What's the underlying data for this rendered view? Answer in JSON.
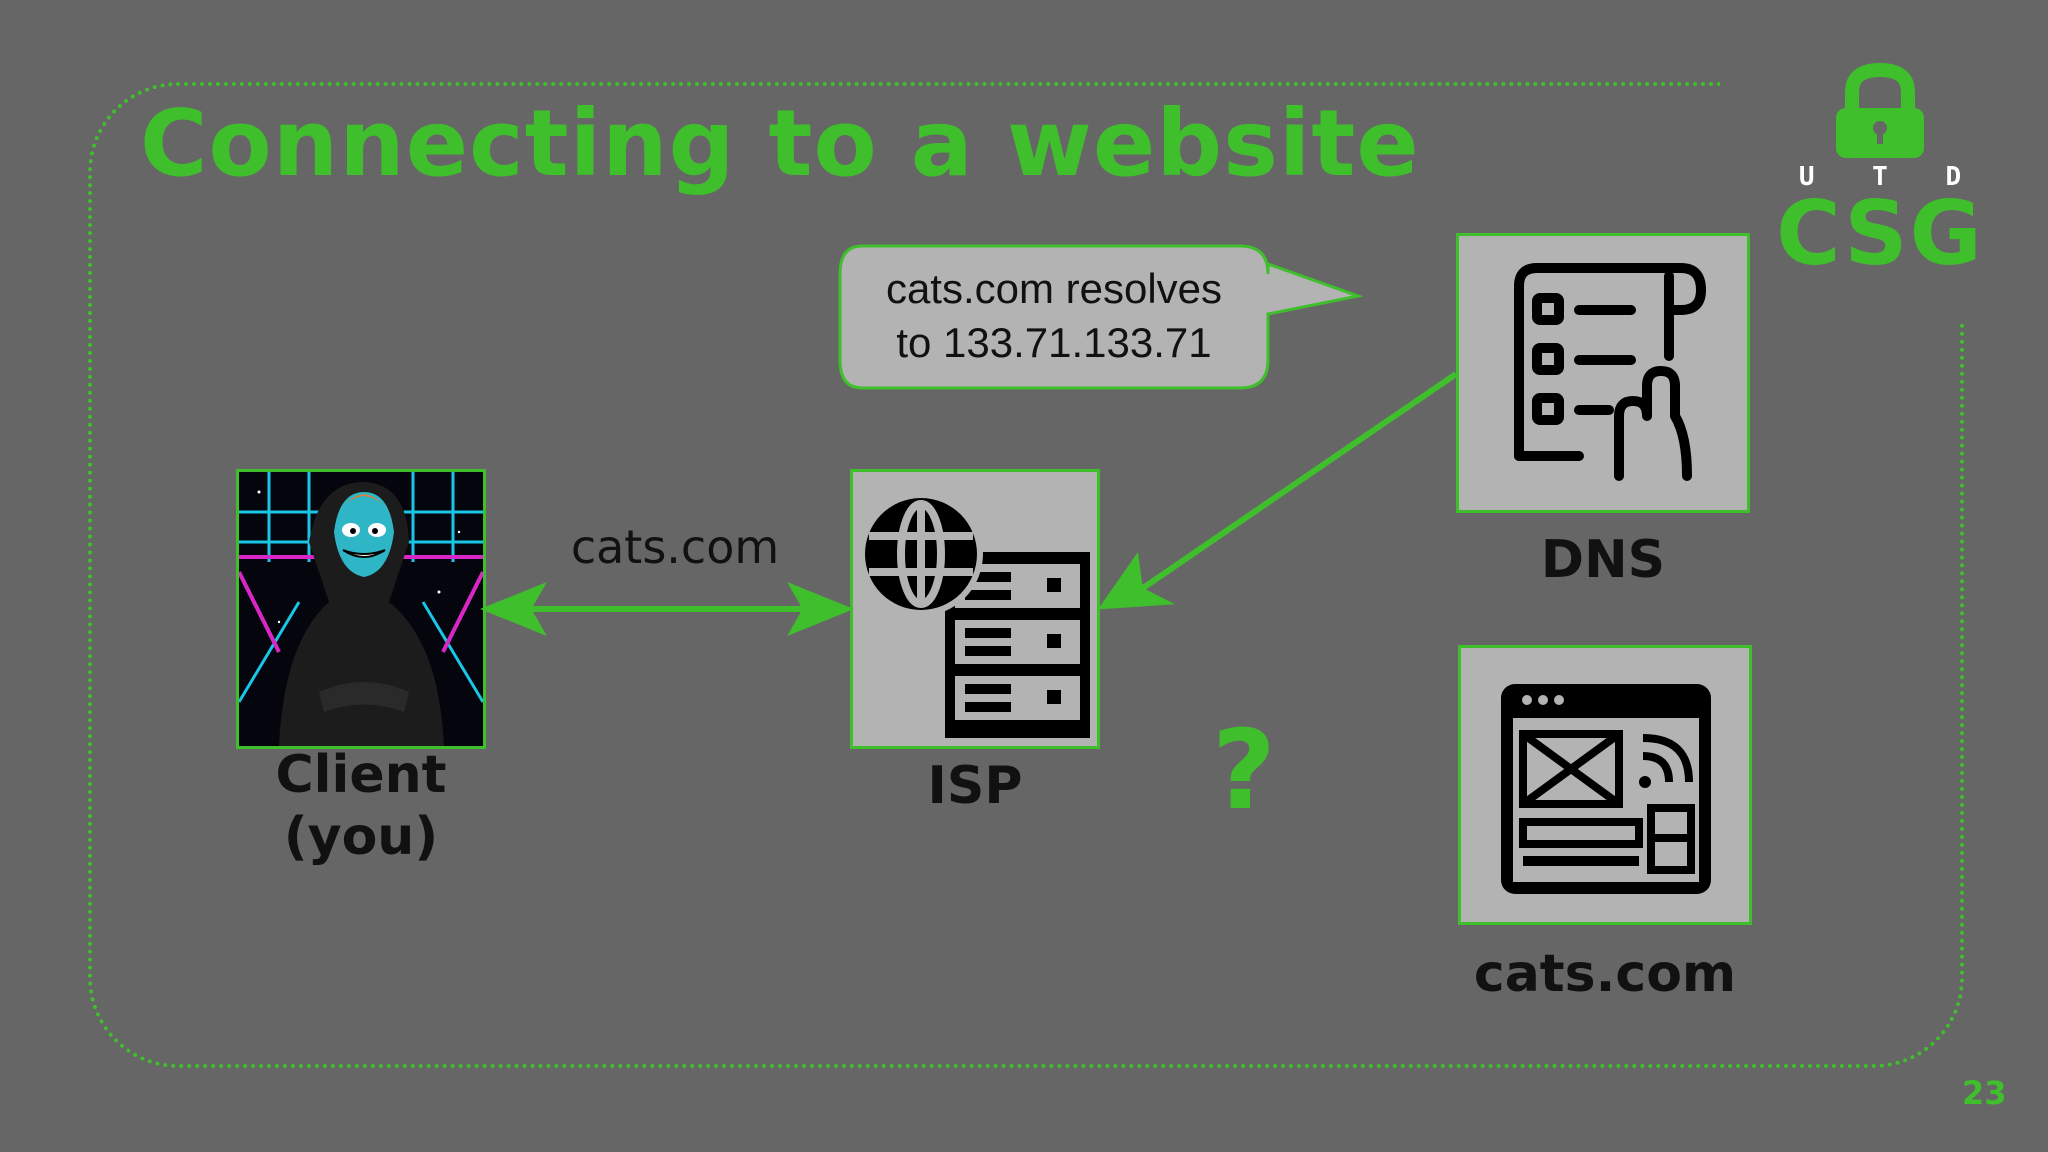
{
  "slide": {
    "title": "Connecting to a website",
    "page_number": "23",
    "accent_color": "#3fbf2c",
    "background_color": "#666666"
  },
  "logo": {
    "letters": [
      "U",
      "T",
      "D"
    ],
    "name": "CSG",
    "icon": "padlock-icon"
  },
  "nodes": {
    "client": {
      "label_line1": "Client",
      "label_line2": "(you)",
      "icon": "hacker-avatar"
    },
    "isp": {
      "label": "ISP",
      "icon": "globe-server-icon"
    },
    "dns": {
      "label": "DNS",
      "icon": "checklist-scroll-icon"
    },
    "website": {
      "label": "cats.com",
      "icon": "web-page-icon"
    }
  },
  "edges": {
    "client_isp_label": "cats.com"
  },
  "callout": {
    "line1": "cats.com resolves",
    "line2": "to 133.71.133.71"
  },
  "unknown_marker": "?"
}
